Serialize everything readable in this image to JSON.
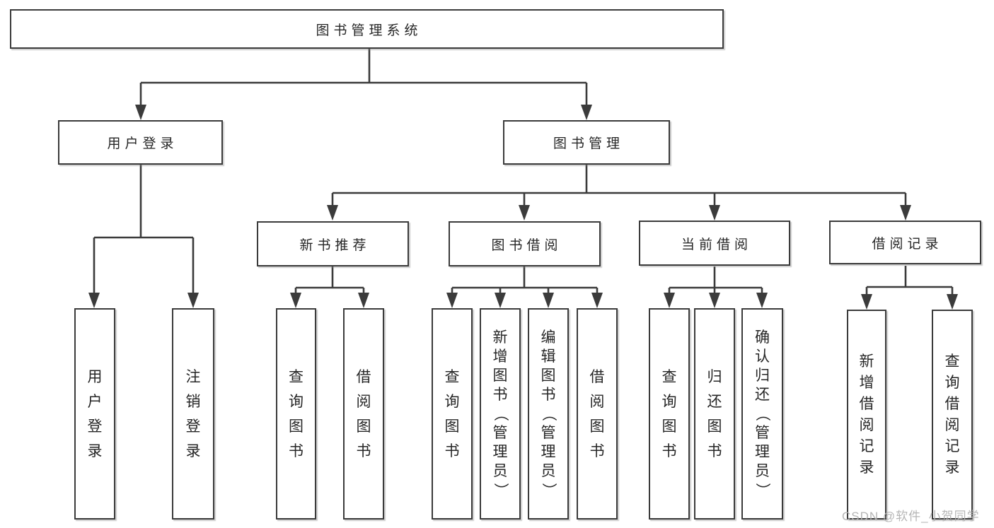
{
  "diagram": {
    "title": "图书管理系统",
    "type": "tree-structure-chart",
    "colors": {
      "line": "#3b3b3b",
      "box_border": "#3b3b3b",
      "text": "#262626",
      "background": "#ffffff",
      "watermark": "#b2b2b2"
    },
    "watermark": "CSDN @软件_小贺同学"
  },
  "nodes": {
    "root": "图书管理系统",
    "user_login": "用户登录",
    "book_mgmt": "图书管理",
    "new_book_rec": "新书推荐",
    "book_borrow": "图书借阅",
    "current_borrow": "当前借阅",
    "borrow_records": "借阅记录",
    "leaf_user_login": "用户登录",
    "leaf_logout": "注销登录",
    "leaf_query_book_rec": "查询图书",
    "leaf_borrow_book_rec": "借阅图书",
    "leaf_query_book_borrow": "查询图书",
    "leaf_add_book": "新增图书（管理员）",
    "leaf_edit_book": "编辑图书（管理员）",
    "leaf_borrow_book": "借阅图书",
    "leaf_query_book_current": "查询图书",
    "leaf_return_book": "归还图书",
    "leaf_confirm_return": "确认归还（管理员）",
    "leaf_add_borrow_record": "新增借阅记录",
    "leaf_query_borrow_record": "查询借阅记录"
  }
}
